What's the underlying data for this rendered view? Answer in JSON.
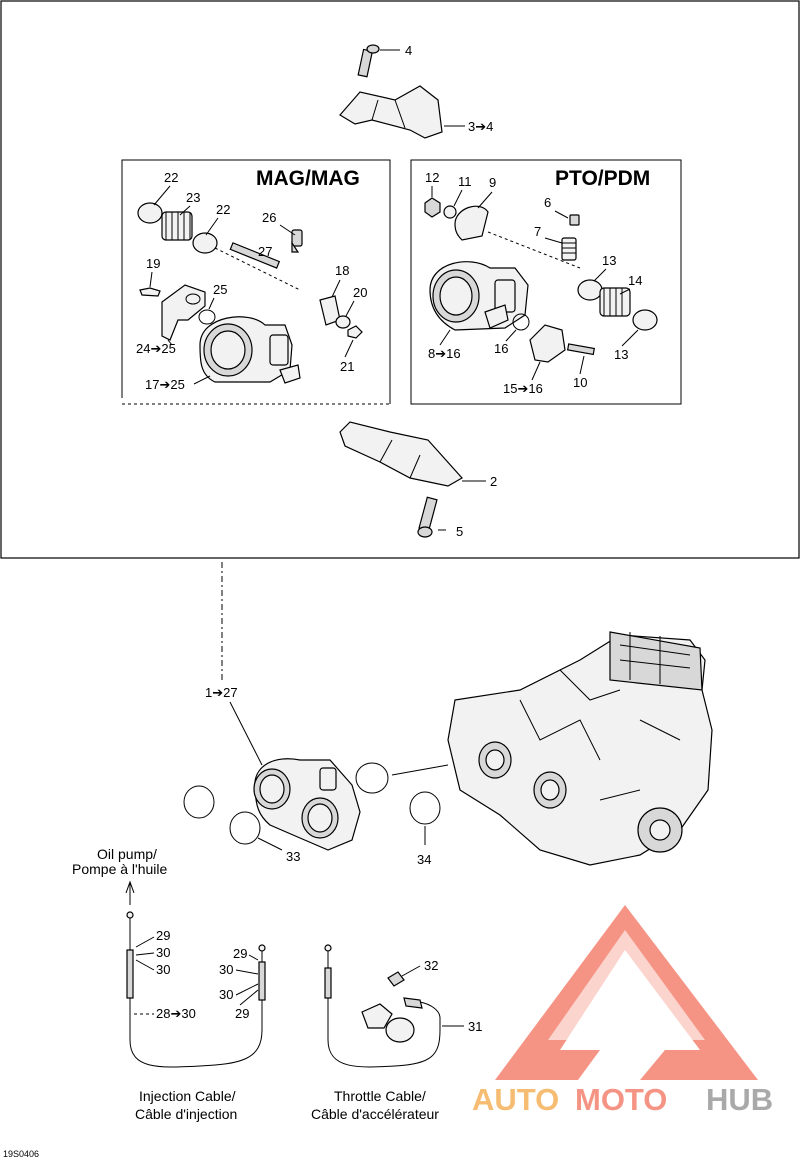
{
  "panels": {
    "mag_title": "MAG/MAG",
    "pto_title": "PTO/PDM"
  },
  "callouts": {
    "c4_top": "4",
    "c3_4": "3➔4",
    "mag_22a": "22",
    "mag_23": "23",
    "mag_22b": "22",
    "mag_26": "26",
    "mag_27": "27",
    "mag_19": "19",
    "mag_25": "25",
    "mag_18": "18",
    "mag_20": "20",
    "mag_24_25": "24➔25",
    "mag_21": "21",
    "mag_17_25": "17➔25",
    "pto_12": "12",
    "pto_11": "11",
    "pto_9": "9",
    "pto_6": "6",
    "pto_7": "7",
    "pto_13a": "13",
    "pto_14": "14",
    "pto_16": "16",
    "pto_8_16": "8➔16",
    "pto_13b": "13",
    "pto_10": "10",
    "pto_15_16": "15➔16",
    "c2": "2",
    "c5": "5",
    "c1_27": "1➔27",
    "c33": "33",
    "c34": "34",
    "c29a": "29",
    "c30a": "30",
    "c30b": "30",
    "c28_30": "28➔30",
    "c29b": "29",
    "c30c": "30",
    "c30d": "30",
    "c29c": "29",
    "c32": "32",
    "c31": "31"
  },
  "captions": {
    "oil_pump_en": "Oil pump/",
    "oil_pump_fr": "Pompe à l'huile",
    "injection_en": "Injection Cable/",
    "injection_fr": "Câble d'injection",
    "throttle_en": "Throttle Cable/",
    "throttle_fr": "Câble d'accélérateur"
  },
  "footer": {
    "code": "19S0406"
  },
  "watermark": {
    "part1": "AUTO",
    "part2": "MOTO",
    "part3": "HUB",
    "color_red": "#f4826f",
    "color_orange": "#f5b25a",
    "color_gray": "#9b9b9b"
  }
}
